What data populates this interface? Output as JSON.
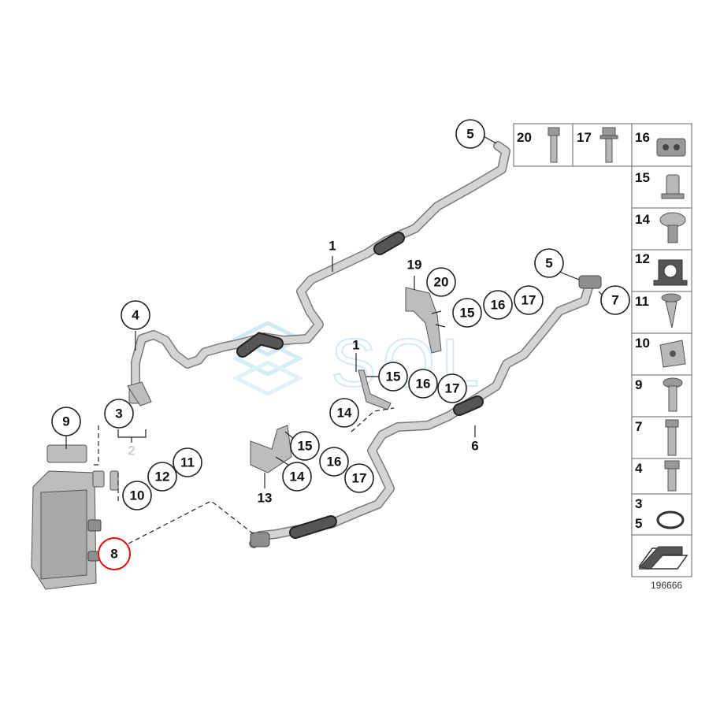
{
  "diagram": {
    "number": "196666",
    "watermark": "SOL",
    "callouts": {
      "c5_top": "5",
      "c1_top": "1",
      "c19": "19",
      "c20_mid": "20",
      "c15_a": "15",
      "c16_a": "16",
      "c17_a": "17",
      "c5_right": "5",
      "c7": "7",
      "c4": "4",
      "c1_mid": "1",
      "c15_b": "15",
      "c16_b": "16",
      "c17_b": "17",
      "c14_a": "14",
      "c3": "3",
      "c2": "2",
      "c9": "9",
      "c11": "11",
      "c12": "12",
      "c10": "10",
      "c15_c": "15",
      "c16_c": "16",
      "c17_c": "17",
      "c14_b": "14",
      "c13": "13",
      "c6": "6",
      "c8": "8"
    },
    "legend": {
      "top_row": [
        "20",
        "17",
        "16"
      ],
      "column": [
        "15",
        "14",
        "12",
        "11",
        "10",
        "9",
        "7",
        "4"
      ],
      "combo_a": "3",
      "combo_b": "5"
    }
  }
}
